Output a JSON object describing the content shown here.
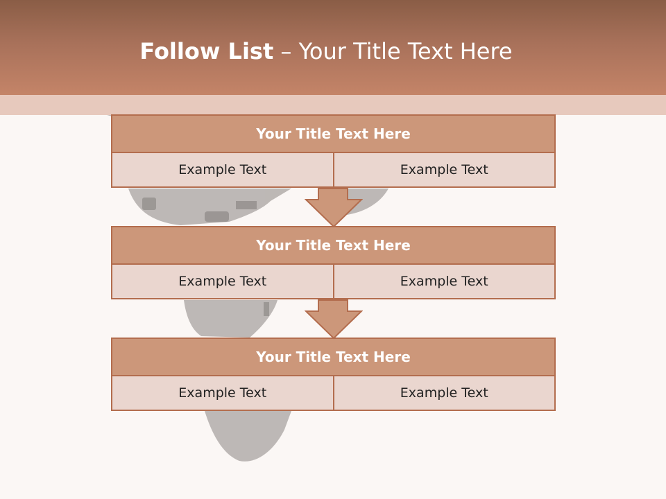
{
  "slide": {
    "title_bold": "Follow List",
    "title_rest": " – Your Title Text Here",
    "colors": {
      "header_dark": "#8a5d46",
      "header_light": "#c48468",
      "block_title_fill": "#cc977a",
      "block_cell_fill": "#ead6cf",
      "border": "#b36d4e",
      "background": "#fbf7f5"
    }
  },
  "blocks": [
    {
      "title": "Your Title Text Here",
      "left": "Example Text",
      "right": "Example Text"
    },
    {
      "title": "Your Title Text Here",
      "left": "Example Text",
      "right": "Example Text"
    },
    {
      "title": "Your Title Text Here",
      "left": "Example Text",
      "right": "Example Text"
    }
  ],
  "connector_icon": "down-arrow-icon"
}
